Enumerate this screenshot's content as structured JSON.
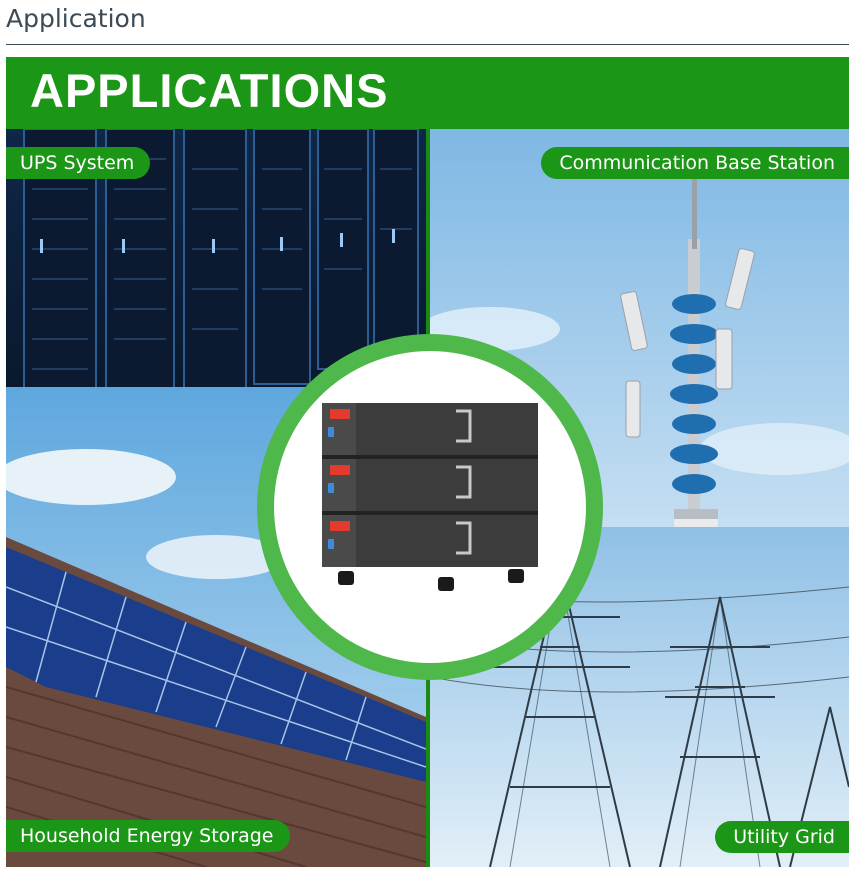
{
  "page": {
    "section_title": "Application"
  },
  "banner": {
    "heading": "APPLICATIONS",
    "labels": {
      "ups": "UPS System",
      "communication": "Communication Base Station",
      "household": "Household Energy Storage",
      "utility": "Utility Grid"
    }
  },
  "colors": {
    "brand_green": "#1c9616",
    "ring_green": "#4fb84a",
    "title_gray": "#3c4a55"
  }
}
